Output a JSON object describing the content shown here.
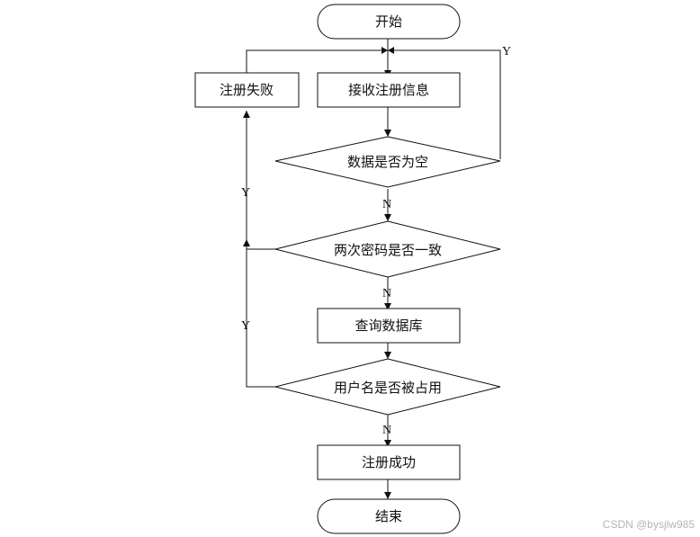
{
  "nodes": {
    "start": "开始",
    "receive": "接收注册信息",
    "fail": "注册失败",
    "check_empty": "数据是否为空",
    "check_password": "两次密码是否一致",
    "query_db": "查询数据库",
    "check_username": "用户名是否被占用",
    "success": "注册成功",
    "end": "结束"
  },
  "edge_labels": {
    "empty_yes": "Y",
    "empty_no": "N",
    "password_yes": "Y",
    "password_no": "N",
    "username_yes": "Y",
    "username_no": "N"
  },
  "watermark": "CSDN @bysjlw985"
}
